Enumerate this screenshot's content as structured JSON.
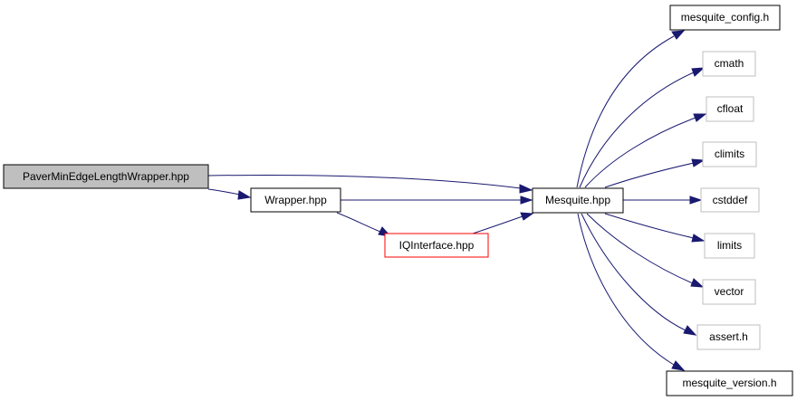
{
  "colors": {
    "edge": "#191970",
    "root_fill": "#bfbfbf",
    "documented_border": "#000000",
    "truncated_border": "#ff0000",
    "external_border": "#bfbfbf"
  },
  "nodes": {
    "root": {
      "label": "PaverMinEdgeLengthWrapper.hpp",
      "kind": "root"
    },
    "wrapper": {
      "label": "Wrapper.hpp",
      "kind": "documented"
    },
    "iqinterface": {
      "label": "IQInterface.hpp",
      "kind": "truncated"
    },
    "mesquite": {
      "label": "Mesquite.hpp",
      "kind": "documented"
    },
    "mesquite_config": {
      "label": "mesquite_config.h",
      "kind": "documented"
    },
    "cmath": {
      "label": "cmath",
      "kind": "external"
    },
    "cfloat": {
      "label": "cfloat",
      "kind": "external"
    },
    "climits": {
      "label": "climits",
      "kind": "external"
    },
    "cstddef": {
      "label": "cstddef",
      "kind": "external"
    },
    "limits": {
      "label": "limits",
      "kind": "external"
    },
    "vector": {
      "label": "vector",
      "kind": "external"
    },
    "assert_h": {
      "label": "assert.h",
      "kind": "external"
    },
    "mesquite_version": {
      "label": "mesquite_version.h",
      "kind": "documented"
    }
  },
  "edges": [
    [
      "root",
      "mesquite"
    ],
    [
      "root",
      "wrapper"
    ],
    [
      "wrapper",
      "mesquite"
    ],
    [
      "wrapper",
      "iqinterface"
    ],
    [
      "iqinterface",
      "mesquite"
    ],
    [
      "mesquite",
      "mesquite_config"
    ],
    [
      "mesquite",
      "cmath"
    ],
    [
      "mesquite",
      "cfloat"
    ],
    [
      "mesquite",
      "climits"
    ],
    [
      "mesquite",
      "cstddef"
    ],
    [
      "mesquite",
      "limits"
    ],
    [
      "mesquite",
      "vector"
    ],
    [
      "mesquite",
      "assert_h"
    ],
    [
      "mesquite",
      "mesquite_version"
    ]
  ]
}
